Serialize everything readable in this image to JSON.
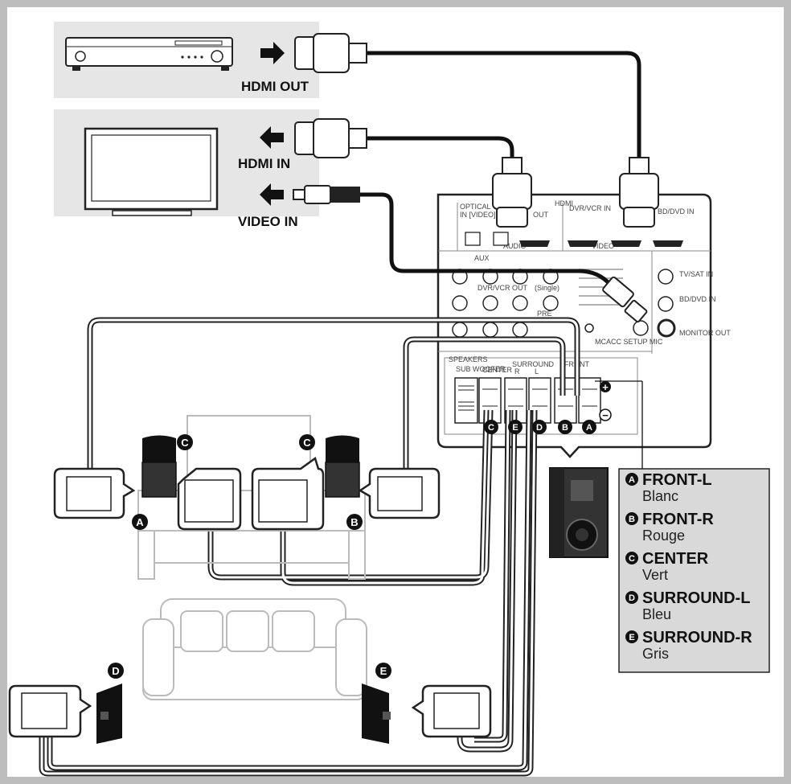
{
  "labels": {
    "hdmi_out": "HDMI OUT",
    "hdmi_in": "HDMI IN",
    "video_in": "VIDEO IN"
  },
  "receiver": {
    "hdmi": "HDMI",
    "optical": "OPTICAL",
    "in_video": "IN [VIDEO]",
    "out": "OUT",
    "dvr_vcr_in": "DVR/VCR IN",
    "bd_dvd_in": "BD/DVD IN",
    "audio": "AUDIO",
    "video": "VIDEO",
    "aux": "AUX",
    "tv_sat_in": "TV/SAT IN",
    "bd_dvd_in2": "BD/DVD IN",
    "monitor_out": "MONITOR OUT",
    "dvr_vcr_out": "DVR/VCR OUT",
    "single": "(Single)",
    "pre": "PRE",
    "speakers": "SPEAKERS",
    "sub_woofer": "SUB WOOFER",
    "center": "CENTER",
    "surround": "SURROUND",
    "r": "R",
    "l": "L",
    "front": "FRONT",
    "mcacc": "MCACC SETUP MIC"
  },
  "markers": {
    "a": "A",
    "b": "B",
    "c": "C",
    "d": "D",
    "e": "E",
    "plus": "+",
    "minus": "−"
  },
  "legend": [
    {
      "letter": "A",
      "name": "FRONT-L",
      "color": "Blanc"
    },
    {
      "letter": "B",
      "name": "FRONT-R",
      "color": "Rouge"
    },
    {
      "letter": "C",
      "name": "CENTER",
      "color": "Vert"
    },
    {
      "letter": "D",
      "name": "SURROUND-L",
      "color": "Bleu"
    },
    {
      "letter": "E",
      "name": "SURROUND-R",
      "color": "Gris"
    }
  ],
  "colors": {
    "frame": "#bdbdbd",
    "box_fill": "#e6e6e6",
    "cable": "#111111",
    "legend_fill": "#d9d9d9"
  }
}
